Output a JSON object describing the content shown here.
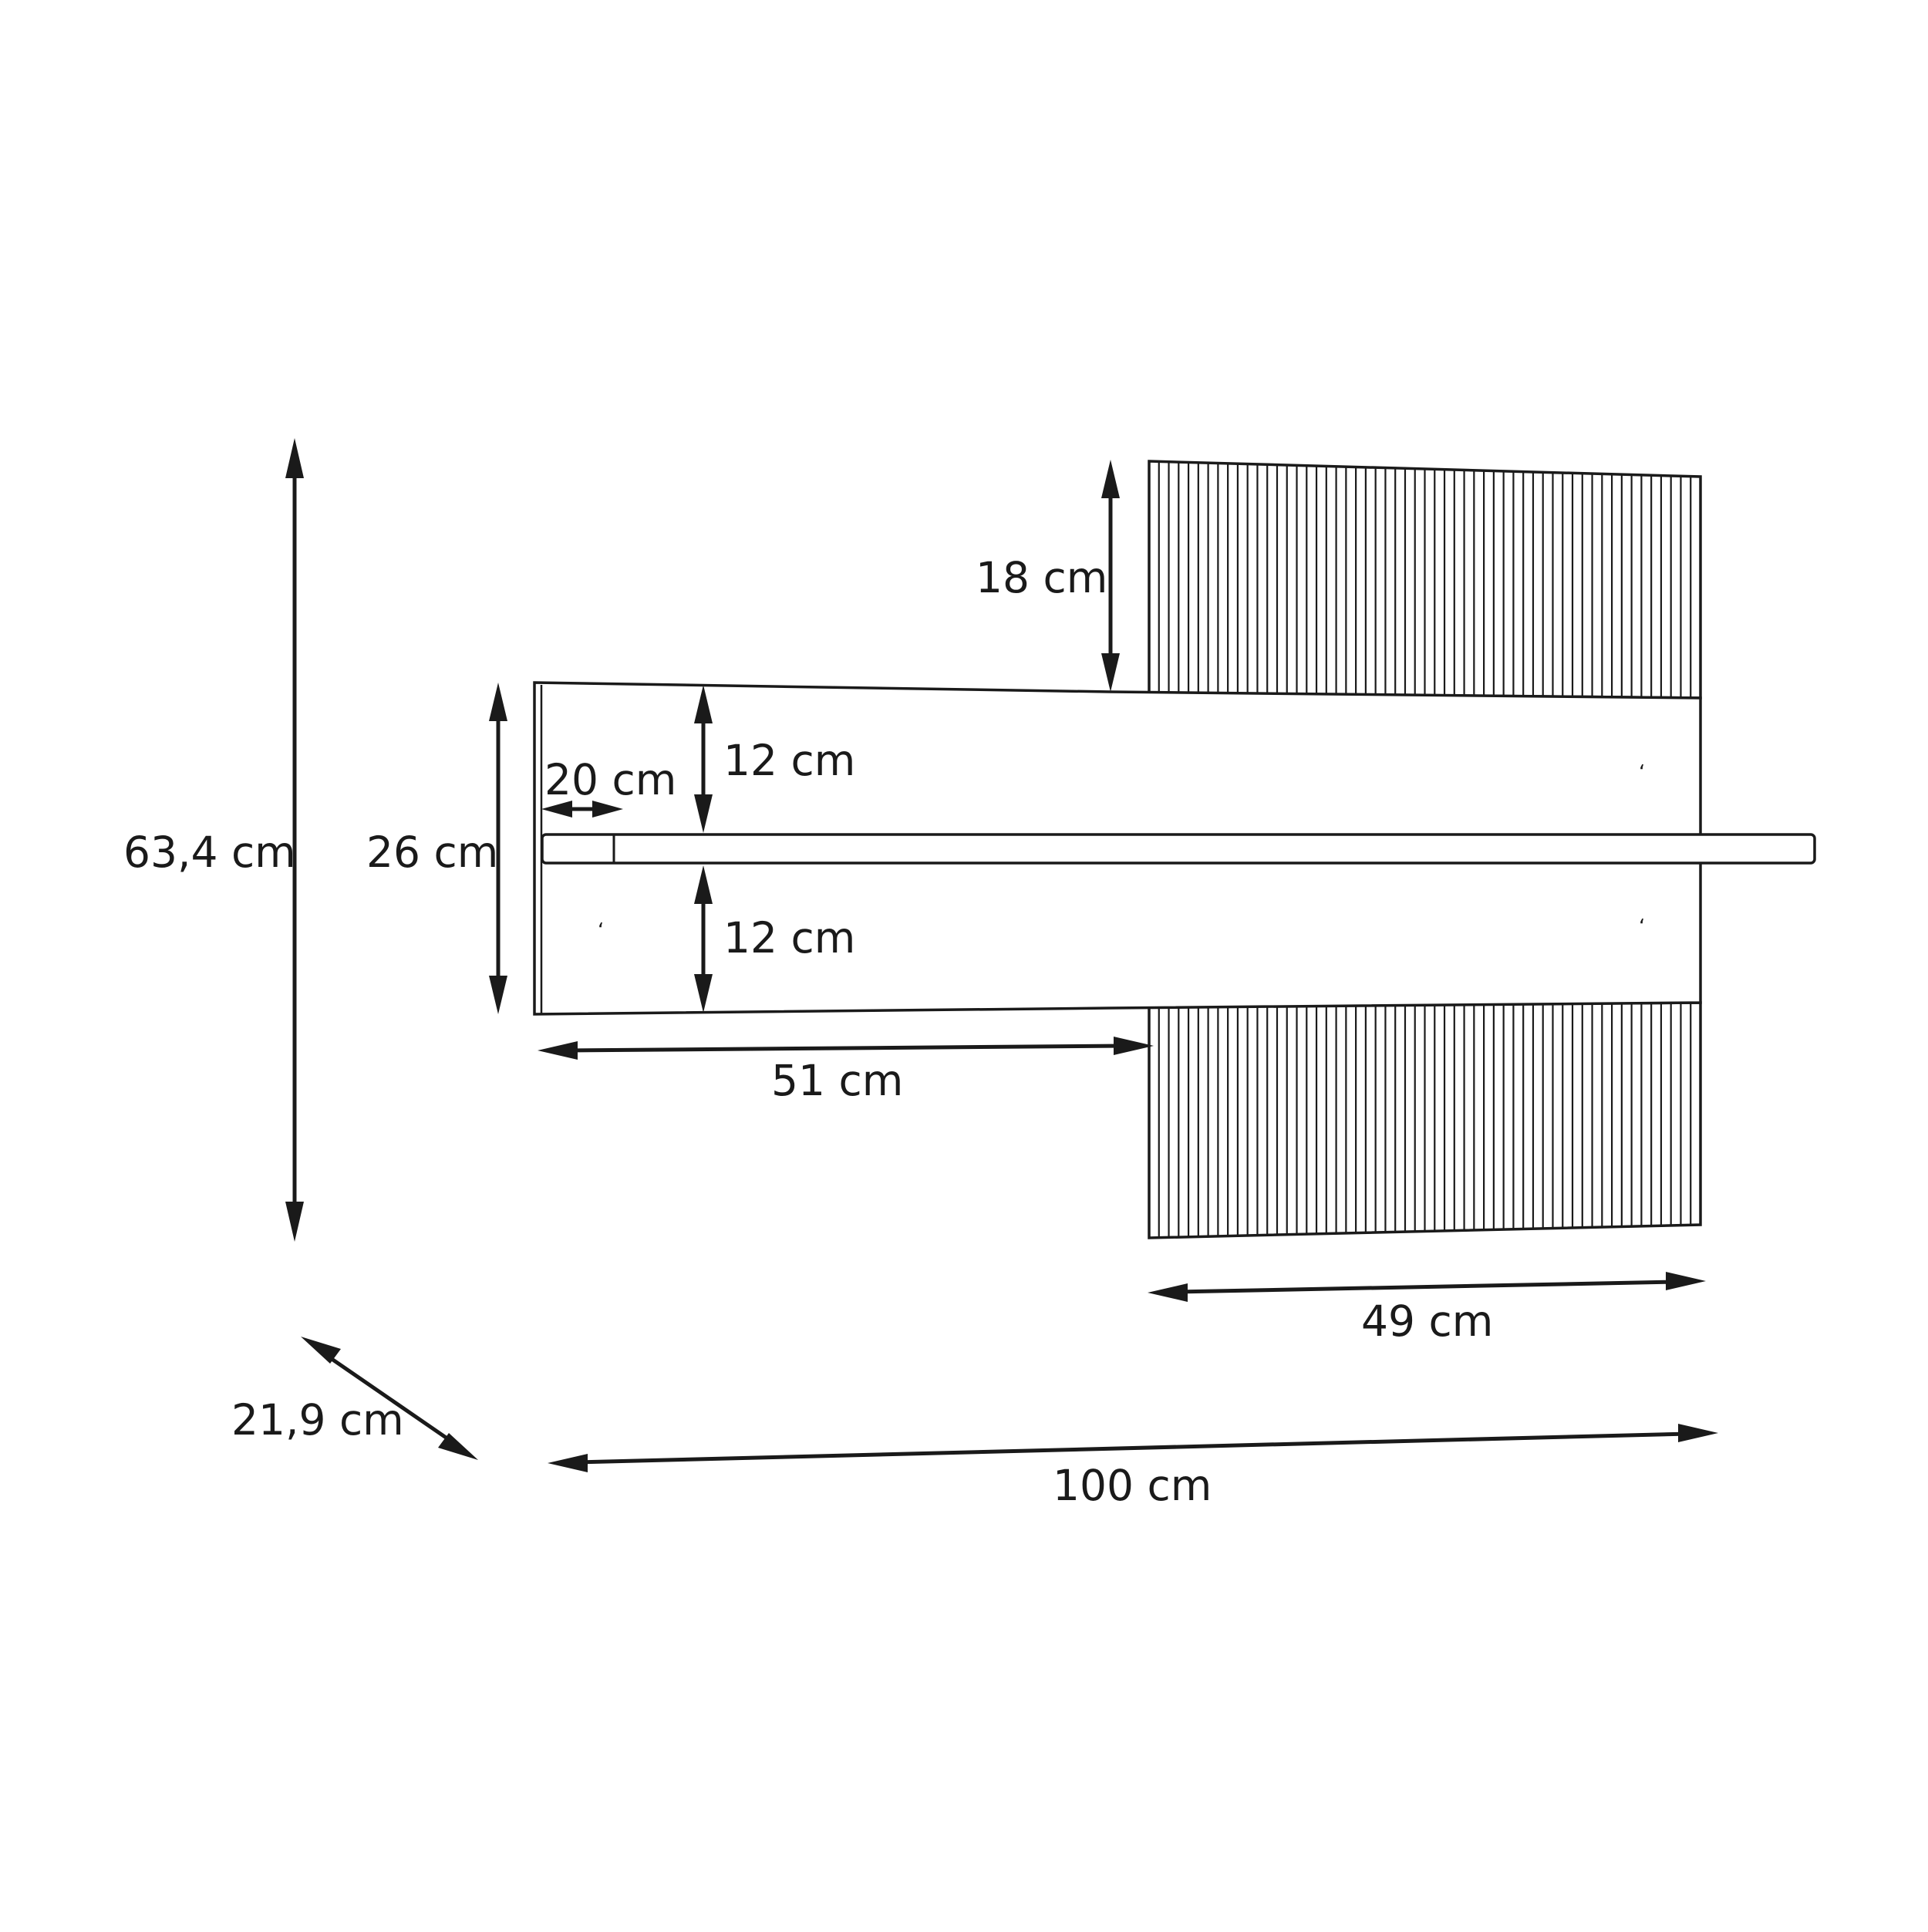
{
  "dimensions": {
    "total_height": "63,4 cm",
    "back_panel_height": "26 cm",
    "upper_slat_height": "18 cm",
    "upper_gap": "12 cm",
    "lower_gap": "12 cm",
    "shelf_depth_segment": "20 cm",
    "back_panel_width": "51 cm",
    "slat_panel_width": "49 cm",
    "depth": "21,9 cm",
    "total_width": "100 cm"
  },
  "colors": {
    "line": "#1a1a1a",
    "background": "#ffffff"
  }
}
